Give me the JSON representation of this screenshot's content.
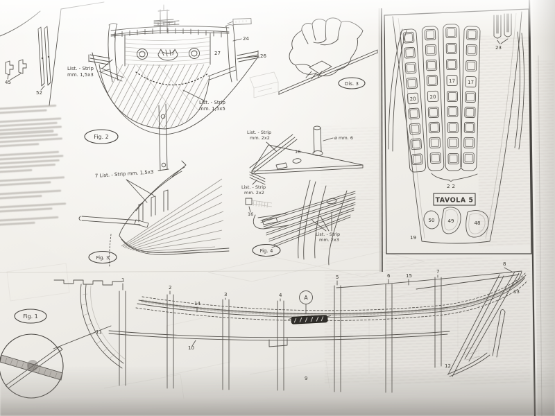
{
  "figures": {
    "fig1": {
      "caption": "Fig. 1"
    },
    "fig2": {
      "caption": "Fig. 2",
      "strip_left_line1": "List. - Strip",
      "strip_left_line2": "mm. 1,5x3",
      "strip_right_line1": "List. - Strip",
      "strip_right_line2": "mm. 1,5x5",
      "part_24": "24",
      "part_26": "26",
      "part_27": "27"
    },
    "fig3": {
      "caption": "Fig. 3",
      "strip_label": "7 List. - Strip mm. 1,5x3"
    },
    "fig4": {
      "caption": "Fig. 4",
      "strip_2x2_line1": "List. - Strip",
      "strip_2x2_line2": "mm. 2x2",
      "strip_2x3_line1": "List. - Strip",
      "strip_2x3_line2": "mm. 2x3",
      "dowel_diameter": "ø mm. 6",
      "part_16": "16"
    },
    "dis3": {
      "caption": "Dis. 3"
    }
  },
  "right_panel": {
    "title": "TAVOLA 5",
    "part_17": "17",
    "part_20": "20",
    "part_22": "22",
    "part_23": "23",
    "part_19": "19",
    "part_48": "48",
    "part_49": "49",
    "part_50": "50"
  },
  "loose_parts": {
    "part_45": "45",
    "part_52": "52"
  },
  "keel_assembly": {
    "frame_1": "1",
    "frame_2": "2",
    "frame_3": "3",
    "frame_4": "4",
    "frame_5": "5",
    "frame_6": "6",
    "frame_7": "7",
    "frame_8": "8",
    "part_9": "9",
    "part_10": "10",
    "part_11": "11",
    "part_12": "12",
    "part_13": "13",
    "part_14": "14",
    "part_15": "15",
    "detail_marker": "A"
  },
  "colors": {
    "paper": "#f0eeea",
    "ink": "#45423e",
    "shadow": "#8f8b86"
  }
}
